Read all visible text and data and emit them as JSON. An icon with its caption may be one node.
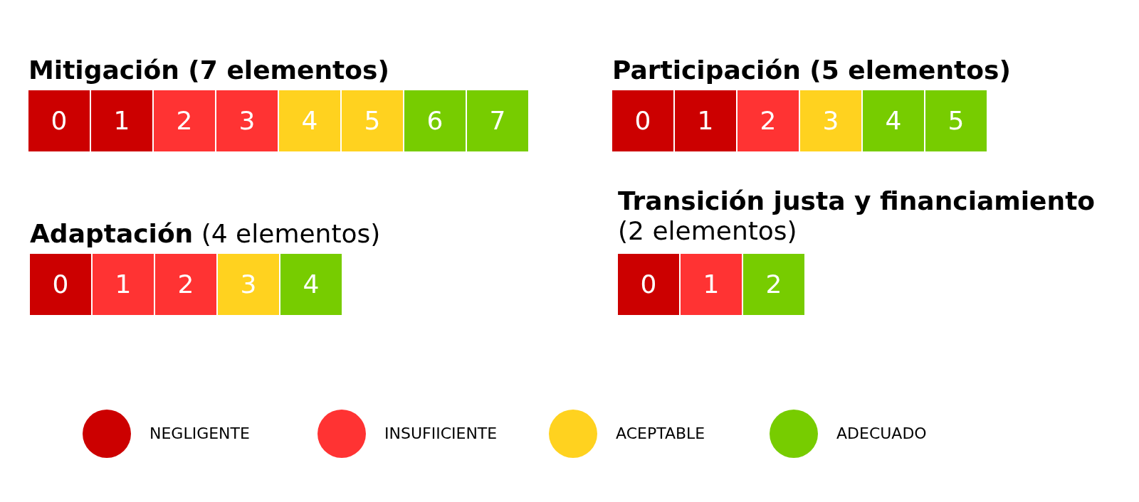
{
  "diagram": {
    "nodes": [
      {
        "text": [
          "0"
        ]
      },
      {
        "text": [
          "1"
        ]
      },
      {
        "text": [
          "2"
        ]
      },
      {
        "text": [
          "3"
        ]
      },
      {
        "text": [
          "4"
        ]
      },
      {
        "text": [
          "5"
        ]
      },
      {
        "text": [
          "6"
        ]
      },
      {
        "text": [
          "7"
        ]
      },
      {
        "text": [
          "0"
        ]
      },
      {
        "text": [
          "1"
        ]
      },
      {
        "text": [
          "2"
        ]
      },
      {
        "text": [
          "3"
        ]
      },
      {
        "text": [
          "4"
        ]
      },
      {
        "text": [
          "5"
        ]
      },
      {
        "text": [
          "0"
        ]
      },
      {
        "text": [
          "1"
        ]
      },
      {
        "text": [
          "2"
        ]
      },
      {
        "text": [
          "3"
        ]
      },
      {
        "text": [
          "4"
        ]
      },
      {
        "text": [
          "0"
        ]
      },
      {
        "text": [
          "1"
        ]
      },
      {
        "text": [
          "2"
        ]
      }
    ],
    "labels": [
      "Mitigación (7 elementos)",
      "Participación (5 elementos)",
      "**Adaptación** (4 elementos)",
      "**Transición justa y financiamiento** (2 elementos)"
    ],
    "legend": [
      {
        "text": "NEGLIGENTE",
        "color": "#cc0000"
      },
      {
        "text": "INSUFIICIENTE",
        "color": "#ff3333"
      },
      {
        "text": "ACEPTABLE",
        "color": "#ffd21f"
      },
      {
        "text": "ADECUADO",
        "color": "#77cc00"
      }
    ]
  }
}
